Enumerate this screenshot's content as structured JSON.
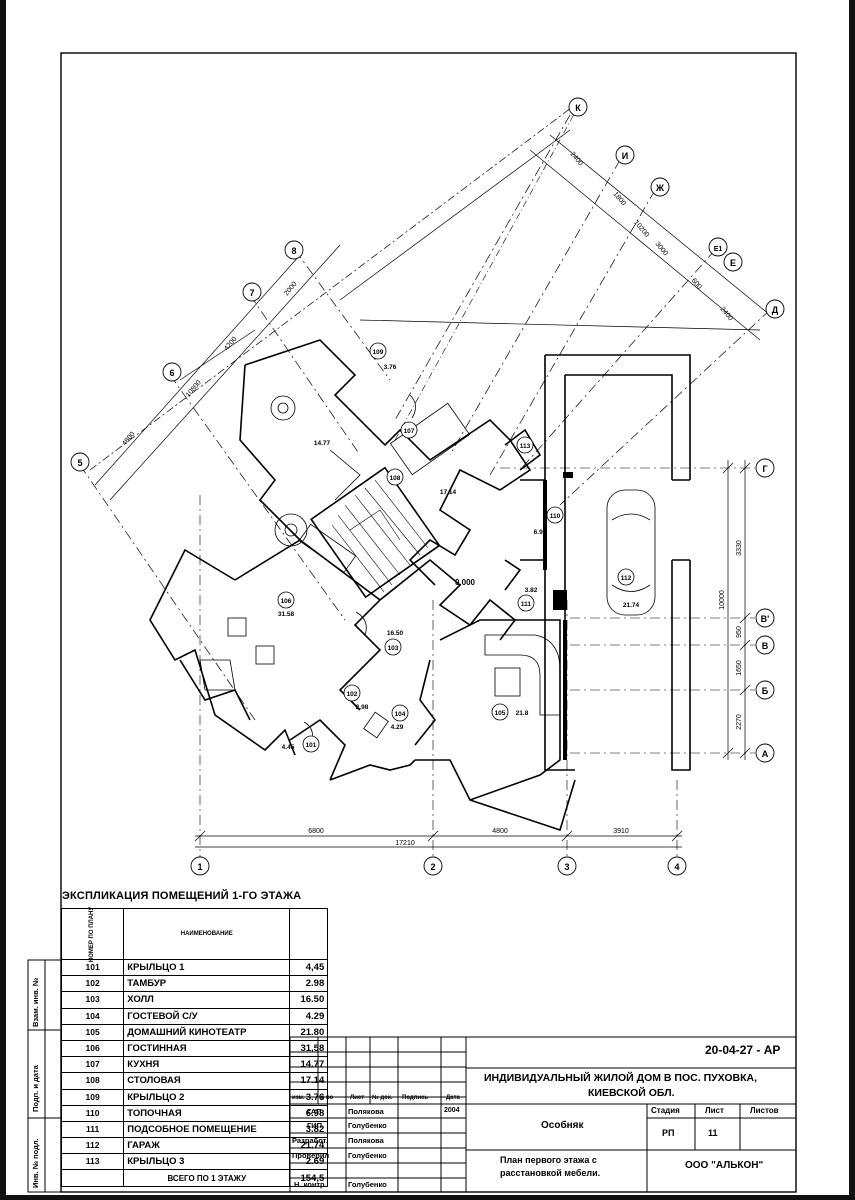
{
  "axes_letters": [
    "К",
    "И",
    "Ж",
    "Е1",
    "Е",
    "Д",
    "Г",
    "В'",
    "В",
    "Б",
    "А"
  ],
  "axes_numbers_diag": [
    "5",
    "6",
    "7",
    "8"
  ],
  "axes_numbers_bottom": [
    "1",
    "2",
    "3",
    "4"
  ],
  "dims_diag_top": [
    "2400",
    "1800",
    "10200",
    "3000",
    "600",
    "2400"
  ],
  "dims_diag_left": [
    "4800",
    "10800",
    "4200",
    "2000"
  ],
  "dims_right": [
    "3330",
    "10000",
    "950",
    "1650",
    "2270"
  ],
  "dims_bottom": [
    "6800",
    "17210",
    "4800",
    "3910"
  ],
  "rooms": [
    {
      "num": "101",
      "area": "4.45"
    },
    {
      "num": "102",
      "area": "2.98"
    },
    {
      "num": "103",
      "area": "16.50"
    },
    {
      "num": "104",
      "area": "4.29"
    },
    {
      "num": "105",
      "area": "21.8"
    },
    {
      "num": "106",
      "area": "31.58"
    },
    {
      "num": "107",
      "area": "14.77"
    },
    {
      "num": "108",
      "area": "17.14"
    },
    {
      "num": "109",
      "area": "3.76"
    },
    {
      "num": "110",
      "area": "6.98"
    },
    {
      "num": "111",
      "area": "3.82"
    },
    {
      "num": "112",
      "area": "21.74"
    },
    {
      "num": "113",
      "area": ""
    }
  ],
  "level_mark": "0.000",
  "explication": {
    "title": "ЭКСПЛИКАЦИЯ  ПОМЕЩЕНИЙ 1-ГО ЭТАЖА",
    "head_num": "НОМЕР ПО ПЛАНУ",
    "head_name": "НАИМЕНОВАНИЕ",
    "rows": [
      {
        "num": "101",
        "name": "КРЫЛЬЦО 1",
        "area": "4,45"
      },
      {
        "num": "102",
        "name": "ТАМБУР",
        "area": "2.98"
      },
      {
        "num": "103",
        "name": "ХОЛЛ",
        "area": "16.50"
      },
      {
        "num": "104",
        "name": "ГОСТЕВОЙ С/У",
        "area": "4.29"
      },
      {
        "num": "105",
        "name": "ДОМАШНИЙ КИНОТЕАТР",
        "area": "21.80"
      },
      {
        "num": "106",
        "name": "ГОСТИННАЯ",
        "area": "31,58"
      },
      {
        "num": "107",
        "name": "КУХНЯ",
        "area": "14.77"
      },
      {
        "num": "108",
        "name": "СТОЛОВАЯ",
        "area": "17.14"
      },
      {
        "num": "109",
        "name": "КРЫЛЬЦО 2",
        "area": "3.76"
      },
      {
        "num": "110",
        "name": "ТОПОЧНАЯ",
        "area": "6.98"
      },
      {
        "num": "111",
        "name": "ПОДСОБНОЕ ПОМЕЩЕНИЕ",
        "area": "3.82"
      },
      {
        "num": "112",
        "name": "ГАРАЖ",
        "area": "21.74"
      },
      {
        "num": "113",
        "name": "КРЫЛЬЦО 3",
        "area": "2.69"
      }
    ],
    "total_label": "ВСЕГО ПО 1 ЭТАЖУ",
    "total_value": "154,5"
  },
  "side_labels": [
    "Взам. инв. №",
    "Подп. и дата",
    "Инв. № подл."
  ],
  "title_block": {
    "code": "20-04-27 - АР",
    "project": "ИНДИВИДУАЛЬНЫЙ ЖИЛОЙ ДОМ В ПОС. ПУХОВКА,",
    "project2": "КИЕВСКОЙ ОБЛ.",
    "col_heads": [
      "изм.",
      "к-во",
      "Лист",
      "№ док.",
      "Подпись",
      "Дата"
    ],
    "roles": [
      {
        "role": "ГАП",
        "name": "Полякова",
        "date": "2004"
      },
      {
        "role": "ГИП",
        "name": "Голубенко",
        "date": ""
      },
      {
        "role": "Разработ.",
        "name": "Полякова",
        "date": ""
      },
      {
        "role": "Проверил",
        "name": "Голубенко",
        "date": ""
      },
      {
        "role": "Н. контр.",
        "name": "Голубенко",
        "date": ""
      }
    ],
    "object": "Особняк",
    "stage_head": "Стадия",
    "sheet_head": "Лист",
    "sheets_head": "Листов",
    "stage": "РП",
    "sheet": "11",
    "sheets": "",
    "drawing": "План первого этажа с",
    "drawing2": "расстановкой мебели.",
    "company": "ООО \"АЛЬКОН\""
  }
}
